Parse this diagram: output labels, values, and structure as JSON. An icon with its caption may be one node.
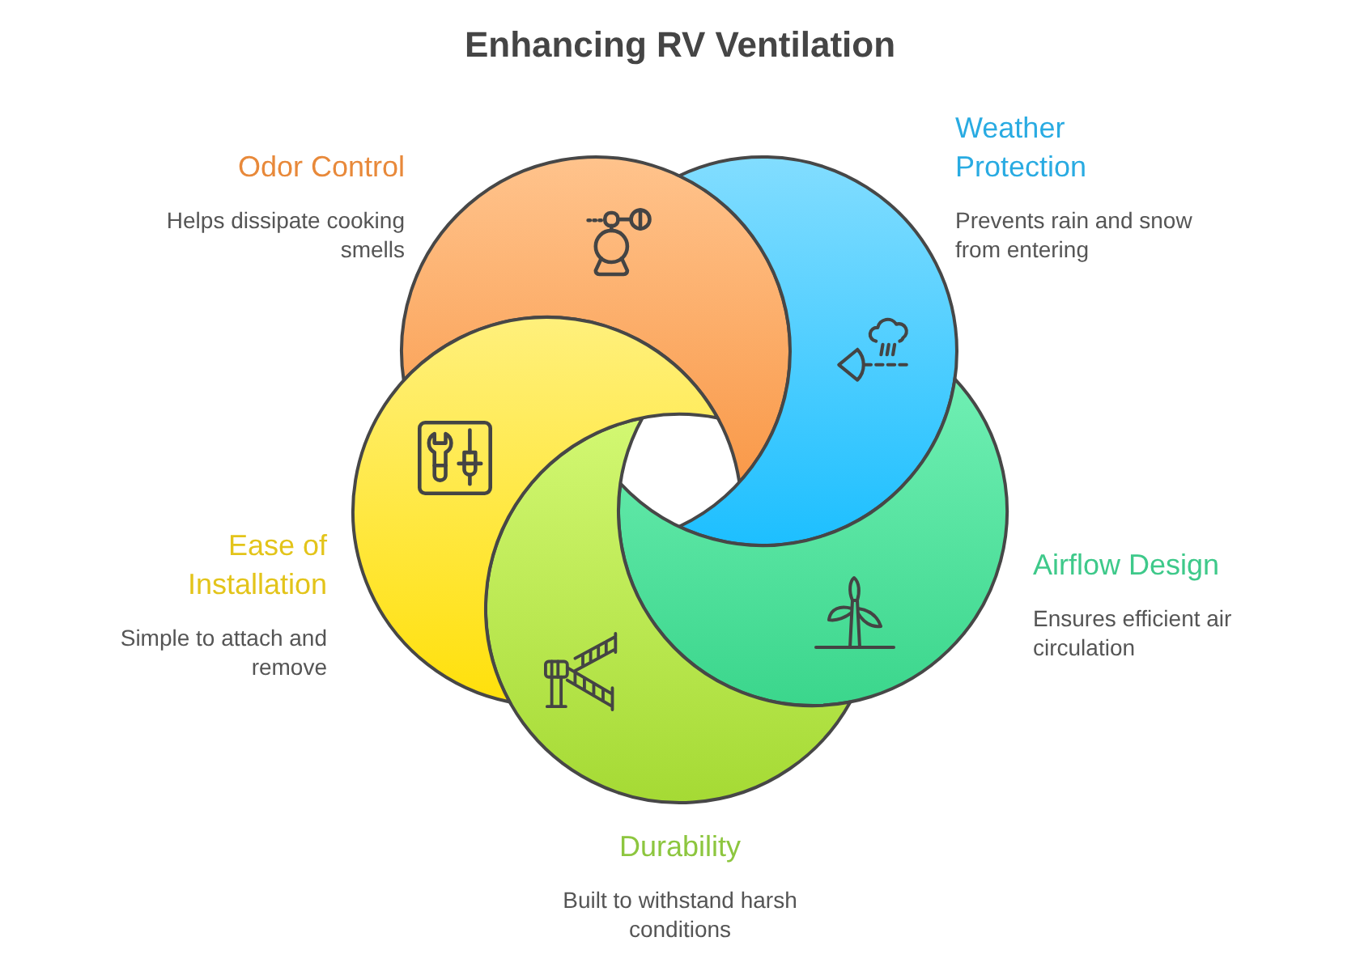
{
  "diagram": {
    "title": "Enhancing RV Ventilation",
    "nodes": [
      {
        "text": [
          "Odor Control",
          "Helps dissipate cooking smells"
        ]
      },
      {
        "text": [
          "Weather Protection",
          "Prevents rain and snow from entering"
        ]
      },
      {
        "text": [
          "Airflow Design",
          "Ensures efficient air circulation"
        ]
      },
      {
        "text": [
          "Durability",
          "Built to withstand harsh conditions"
        ]
      },
      {
        "text": [
          "Ease of Installation",
          "Simple to attach and remove"
        ]
      }
    ]
  }
}
